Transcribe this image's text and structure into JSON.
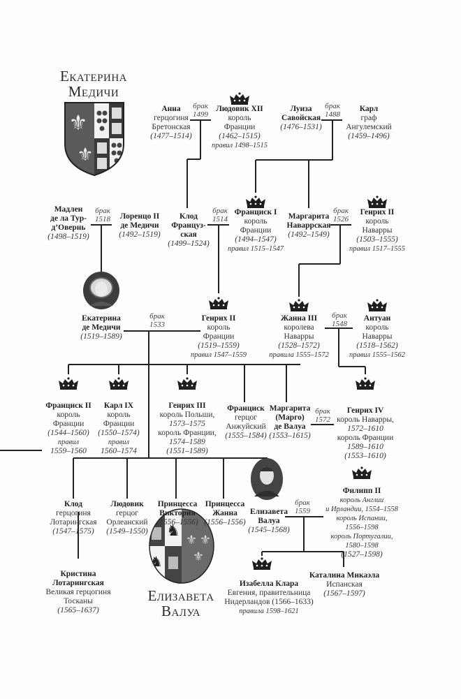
{
  "titles": {
    "catherine": [
      "Екатерина",
      "Медичи"
    ],
    "elisabeth": [
      "Елизавета",
      "Валуа"
    ]
  },
  "marriages": {
    "m1499": [
      "брак",
      "1499"
    ],
    "m1488": [
      "брак",
      "1488"
    ],
    "m1518": [
      "брак",
      "1518"
    ],
    "m1514": [
      "брак",
      "1514"
    ],
    "m1526": [
      "брак",
      "1526"
    ],
    "m1533": [
      "брак",
      "1533"
    ],
    "m1548": [
      "брак",
      "1548"
    ],
    "m1572": [
      "брак",
      "1572"
    ],
    "m1559": [
      "брак",
      "1559"
    ]
  },
  "persons": [
    {
      "id": "anna",
      "lines": [
        [
          "Анна",
          "b"
        ],
        [
          "герцогиня",
          "n"
        ],
        [
          "Бретонская",
          "n"
        ],
        [
          "(1477–1514)",
          "i"
        ]
      ]
    },
    {
      "id": "louis12",
      "lines": [
        [
          "Людовик XII",
          "b"
        ],
        [
          "король",
          "n"
        ],
        [
          "Франции",
          "n"
        ],
        [
          "(1462–1515)",
          "i"
        ],
        [
          "правил 1498–1515",
          "r"
        ]
      ]
    },
    {
      "id": "louise",
      "lines": [
        [
          "Луиза",
          "b"
        ],
        [
          "Савойская",
          "b"
        ],
        [
          "(1476–1531)",
          "i"
        ]
      ]
    },
    {
      "id": "charles",
      "lines": [
        [
          "Карл",
          "b"
        ],
        [
          "граф",
          "n"
        ],
        [
          "Ангулемский",
          "n"
        ],
        [
          "(1459–1496)",
          "i"
        ]
      ]
    },
    {
      "id": "madeleine",
      "lines": [
        [
          "Мадлен",
          "b"
        ],
        [
          "де ла Тур-",
          "b"
        ],
        [
          "д’Овернь",
          "b"
        ],
        [
          "(1498–1519)",
          "i"
        ]
      ]
    },
    {
      "id": "lorenzo",
      "lines": [
        [
          "Лоренцо II",
          "b"
        ],
        [
          "де Медичи",
          "b"
        ],
        [
          "(1492–1519)",
          "i"
        ]
      ]
    },
    {
      "id": "claude_f",
      "lines": [
        [
          "Клод",
          "b"
        ],
        [
          "Француз-",
          "b"
        ],
        [
          "ская",
          "b"
        ],
        [
          "(1499–1524)",
          "i"
        ]
      ]
    },
    {
      "id": "francis1",
      "lines": [
        [
          "Франциск I",
          "b"
        ],
        [
          "король",
          "n"
        ],
        [
          "Франции",
          "n"
        ],
        [
          "(1494–1547)",
          "i"
        ],
        [
          "правил 1515–1547",
          "r"
        ]
      ]
    },
    {
      "id": "marguerite_n",
      "lines": [
        [
          "Маргарита",
          "b"
        ],
        [
          "Наваррская",
          "b"
        ],
        [
          "(1492–1549)",
          "i"
        ]
      ]
    },
    {
      "id": "henri2n",
      "lines": [
        [
          "Генрих II",
          "b"
        ],
        [
          "король",
          "n"
        ],
        [
          "Наварры",
          "n"
        ],
        [
          "(1503–1555)",
          "i"
        ],
        [
          "правил 1517–1555",
          "r"
        ]
      ]
    },
    {
      "id": "catherine",
      "lines": [
        [
          "Екатерина",
          "b"
        ],
        [
          "де Медичи",
          "b"
        ],
        [
          "(1519–1589)",
          "i"
        ]
      ]
    },
    {
      "id": "henri2",
      "lines": [
        [
          "Генрих II",
          "b"
        ],
        [
          "король",
          "n"
        ],
        [
          "Франции",
          "n"
        ],
        [
          "(1519–1559)",
          "i"
        ],
        [
          "правил 1547–1559",
          "r"
        ]
      ]
    },
    {
      "id": "jeanne3",
      "lines": [
        [
          "Жанна III",
          "b"
        ],
        [
          "королева",
          "n"
        ],
        [
          "Наварры",
          "n"
        ],
        [
          "(1528–1572)",
          "i"
        ],
        [
          "правила 1555–1572",
          "r"
        ]
      ]
    },
    {
      "id": "antoine",
      "lines": [
        [
          "Антуан",
          "b"
        ],
        [
          "король",
          "n"
        ],
        [
          "Наварры",
          "n"
        ],
        [
          "(1518–1562)",
          "i"
        ],
        [
          "правил 1555–1562",
          "r"
        ]
      ]
    },
    {
      "id": "francis2",
      "lines": [
        [
          "Франциск II",
          "b"
        ],
        [
          "король",
          "n"
        ],
        [
          "Франции",
          "n"
        ],
        [
          "(1544–1560)",
          "i"
        ],
        [
          "правил",
          "r"
        ],
        [
          "1559–1560",
          "i"
        ]
      ]
    },
    {
      "id": "charles9",
      "lines": [
        [
          "Карл IX",
          "b"
        ],
        [
          "король",
          "n"
        ],
        [
          "Франции",
          "n"
        ],
        [
          "(1550–1574)",
          "i"
        ],
        [
          "правил",
          "r"
        ],
        [
          "1560–1574",
          "i"
        ]
      ]
    },
    {
      "id": "henri3",
      "lines": [
        [
          "Генрих III",
          "b"
        ],
        [
          "король Польши,",
          "n"
        ],
        [
          "1573–1575",
          "i"
        ],
        [
          "король Франции,",
          "n"
        ],
        [
          "1574–1589",
          "i"
        ],
        [
          "(1551–1589)",
          "i"
        ]
      ]
    },
    {
      "id": "francois_a",
      "lines": [
        [
          "Франциск",
          "b"
        ],
        [
          "герцог",
          "n"
        ],
        [
          "Анжуйский",
          "n"
        ],
        [
          "(1555–1584)",
          "i"
        ]
      ]
    },
    {
      "id": "margot",
      "lines": [
        [
          "Маргарита",
          "b"
        ],
        [
          "(Марго)",
          "b"
        ],
        [
          "де Валуа",
          "b"
        ],
        [
          "(1553–1615)",
          "i"
        ]
      ]
    },
    {
      "id": "henri4",
      "lines": [
        [
          "Генрих IV",
          "b"
        ],
        [
          "король Наварры,",
          "n"
        ],
        [
          "1572–1610",
          "i"
        ],
        [
          "король Франции",
          "n"
        ],
        [
          "1589–1610",
          "i"
        ],
        [
          "(1553–1610)",
          "i"
        ]
      ]
    },
    {
      "id": "claude_l",
      "lines": [
        [
          "Клод",
          "b"
        ],
        [
          "герцогиня",
          "n"
        ],
        [
          "Лотарингская",
          "n"
        ],
        [
          "(1547–1575)",
          "i"
        ]
      ]
    },
    {
      "id": "louis_o",
      "lines": [
        [
          "Людовик",
          "b"
        ],
        [
          "герцог",
          "n"
        ],
        [
          "Орлеанский",
          "n"
        ],
        [
          "(1549–1550)",
          "i"
        ]
      ]
    },
    {
      "id": "victoria",
      "lines": [
        [
          "Принцесса",
          "b"
        ],
        [
          "Виктория",
          "b"
        ],
        [
          "(1556–1556)",
          "i"
        ]
      ]
    },
    {
      "id": "jeanne_p",
      "lines": [
        [
          "Принцесса",
          "b"
        ],
        [
          "Жанна",
          "b"
        ],
        [
          "(1556–1556)",
          "i"
        ]
      ]
    },
    {
      "id": "elisabeth",
      "lines": [
        [
          "Елизавета",
          "b"
        ],
        [
          "Валуа",
          "b"
        ],
        [
          "(1545–1568)",
          "i"
        ]
      ]
    },
    {
      "id": "philip2",
      "lines": [
        [
          "Филипп II",
          "b"
        ],
        [
          "король Англии",
          "r"
        ],
        [
          "и Ирландии, 1554–1558",
          "r"
        ],
        [
          "король Испании,",
          "r"
        ],
        [
          "1556–1598",
          "r"
        ],
        [
          "король Португалии,",
          "r"
        ],
        [
          "1580–1598",
          "r"
        ],
        [
          "(1527–1598)",
          "i"
        ]
      ]
    },
    {
      "id": "christina",
      "lines": [
        [
          "Кристина",
          "b"
        ],
        [
          "Лотарингская",
          "b"
        ],
        [
          "Великая герцогиня",
          "n"
        ],
        [
          "Тосканы",
          "n"
        ],
        [
          "(1565–1637)",
          "i"
        ]
      ]
    },
    {
      "id": "isabella",
      "lines": [
        [
          "Изабелла Клара",
          "b"
        ],
        [
          "Евгения, правительница",
          "n"
        ],
        [
          "Нидерландов (1566–1633)",
          "n"
        ],
        [
          "правила 1598–1621",
          "r"
        ]
      ]
    },
    {
      "id": "catalina",
      "lines": [
        [
          "Каталина Микаэла",
          "b"
        ],
        [
          "Испанская",
          "n"
        ],
        [
          "(1567–1597)",
          "i"
        ]
      ]
    }
  ],
  "colors": {
    "ink": "#2a2a2a",
    "shield_dark": "#5a5a5a",
    "shield_light": "#f2f2f2"
  }
}
